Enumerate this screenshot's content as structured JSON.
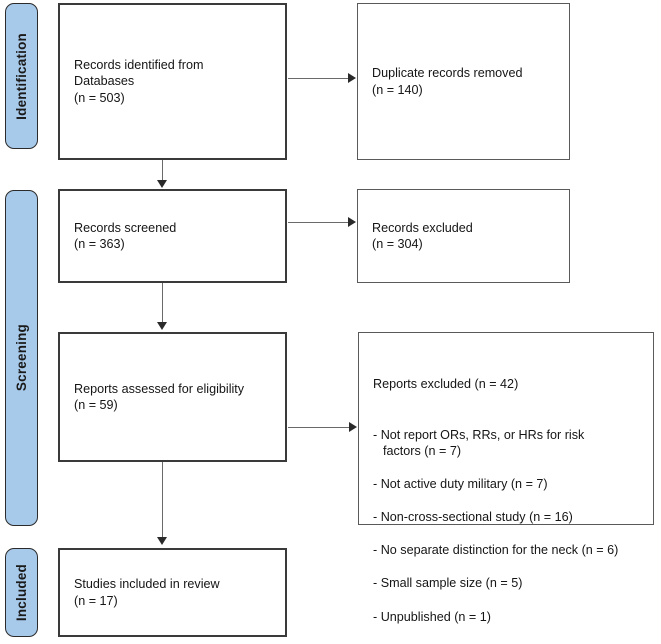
{
  "diagram": {
    "type": "prisma-flow-diagram",
    "accent_color": "#a7c9ea",
    "border_color": "#3a3a3a",
    "stages": [
      {
        "id": "identification",
        "label": "Identification"
      },
      {
        "id": "screening",
        "label": "Screening"
      },
      {
        "id": "included",
        "label": "Included"
      }
    ],
    "boxes": {
      "records_identified": {
        "text": "Records identified from\nDatabases\n(n = 503)"
      },
      "duplicates_removed": {
        "text": "Duplicate records removed\n(n = 140)"
      },
      "records_screened": {
        "text": "Records screened\n(n = 363)"
      },
      "records_excluded": {
        "text": "Records excluded\n(n = 304)"
      },
      "reports_assessed": {
        "text": "Reports assessed for eligibility\n(n = 59)"
      },
      "reports_excluded": {
        "heading": "Reports excluded  (n = 42)",
        "reasons": [
          "-  Not report ORs, RRs, or HRs for risk\n   factors (n = 7)",
          "-  Not active duty military (n = 7)",
          "-  Non-cross-sectional study (n = 16)",
          "-  No separate distinction for the neck (n = 6)",
          "-  Small sample size (n = 5)",
          "-  Unpublished (n = 1)"
        ]
      },
      "studies_included": {
        "text": "Studies included in review\n(n = 17)"
      }
    }
  }
}
